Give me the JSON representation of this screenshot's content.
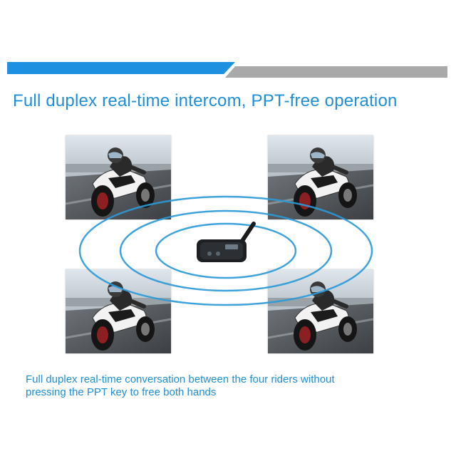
{
  "banner": {
    "accent_color": "#1e90e0",
    "secondary_color": "#a9a9a9"
  },
  "headline": "Full duplex real-time intercom, PPT-free operation",
  "riders": [
    {
      "icon": "motorcycle-rider-photo"
    },
    {
      "icon": "motorcycle-rider-photo"
    },
    {
      "icon": "motorcycle-rider-photo"
    },
    {
      "icon": "motorcycle-rider-photo"
    }
  ],
  "device": {
    "icon": "intercom-headset-device-icon"
  },
  "signal": {
    "icon": "signal-rings-icon",
    "color": "#2b9ad8"
  },
  "caption": {
    "line1": "Full duplex real-time conversation between the four riders without",
    "line2": "pressing the PPT key to free both hands"
  }
}
